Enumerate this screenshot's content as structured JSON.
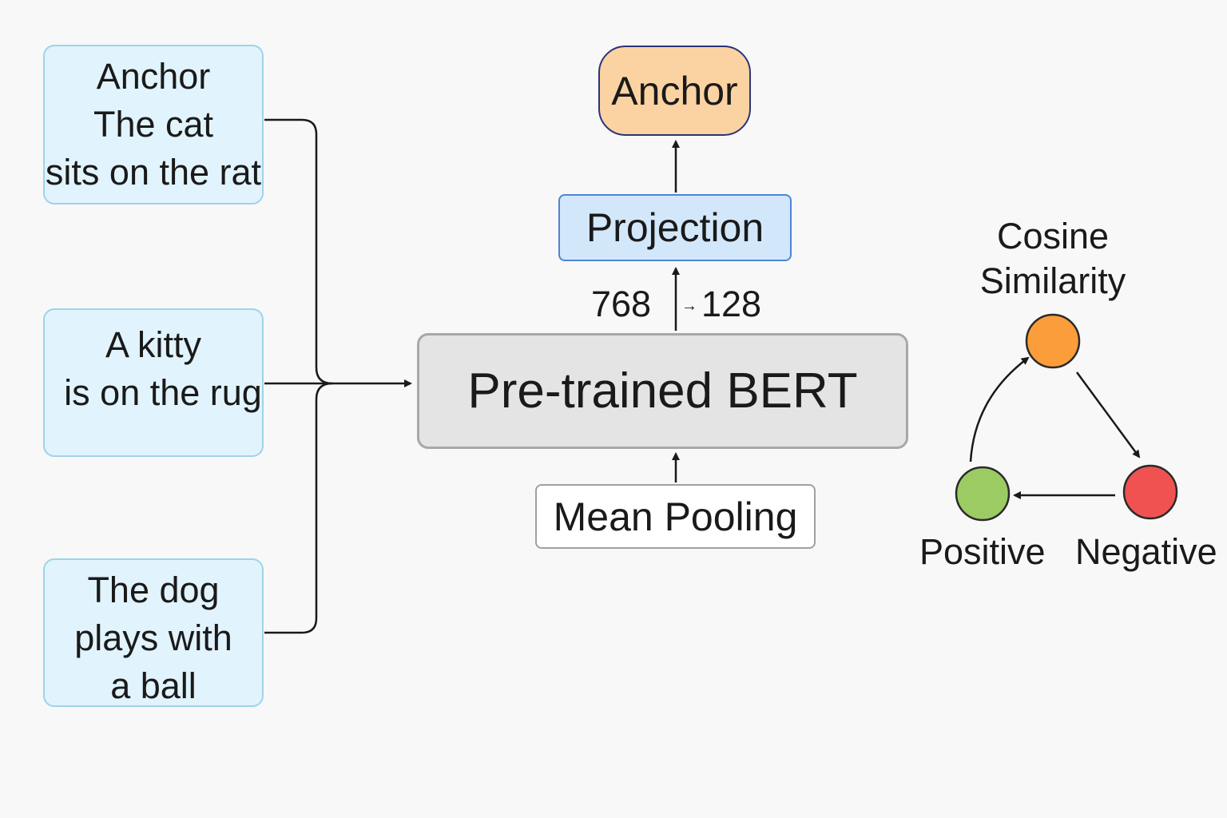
{
  "inputs": [
    {
      "lines": [
        "Anchor",
        "The cat",
        "sits on the rat"
      ]
    },
    {
      "lines": [
        "A kitty",
        "is on the rug"
      ]
    },
    {
      "lines": [
        "The dog",
        "plays with",
        "a ball"
      ]
    }
  ],
  "encoder": {
    "bert_label": "Pre-trained BERT",
    "pooling_label": "Mean Pooling",
    "projection_label": "Projection",
    "output_label": "Anchor",
    "dim_in": "768",
    "dim_arrow": "→",
    "dim_out": "128"
  },
  "similarity": {
    "title_lines": [
      "Cosine",
      "Similarity"
    ],
    "positive_label": "Positive",
    "negative_label": "Negative"
  },
  "colors": {
    "input_fill": "#e1f3fc",
    "bert_fill": "#e4e4e4",
    "projection_fill": "#d3e7fb",
    "output_fill": "#fbd3a2",
    "anchor_node": "#fb9d3a",
    "negative_node": "#f05252",
    "positive_node": "#9ccb64"
  }
}
